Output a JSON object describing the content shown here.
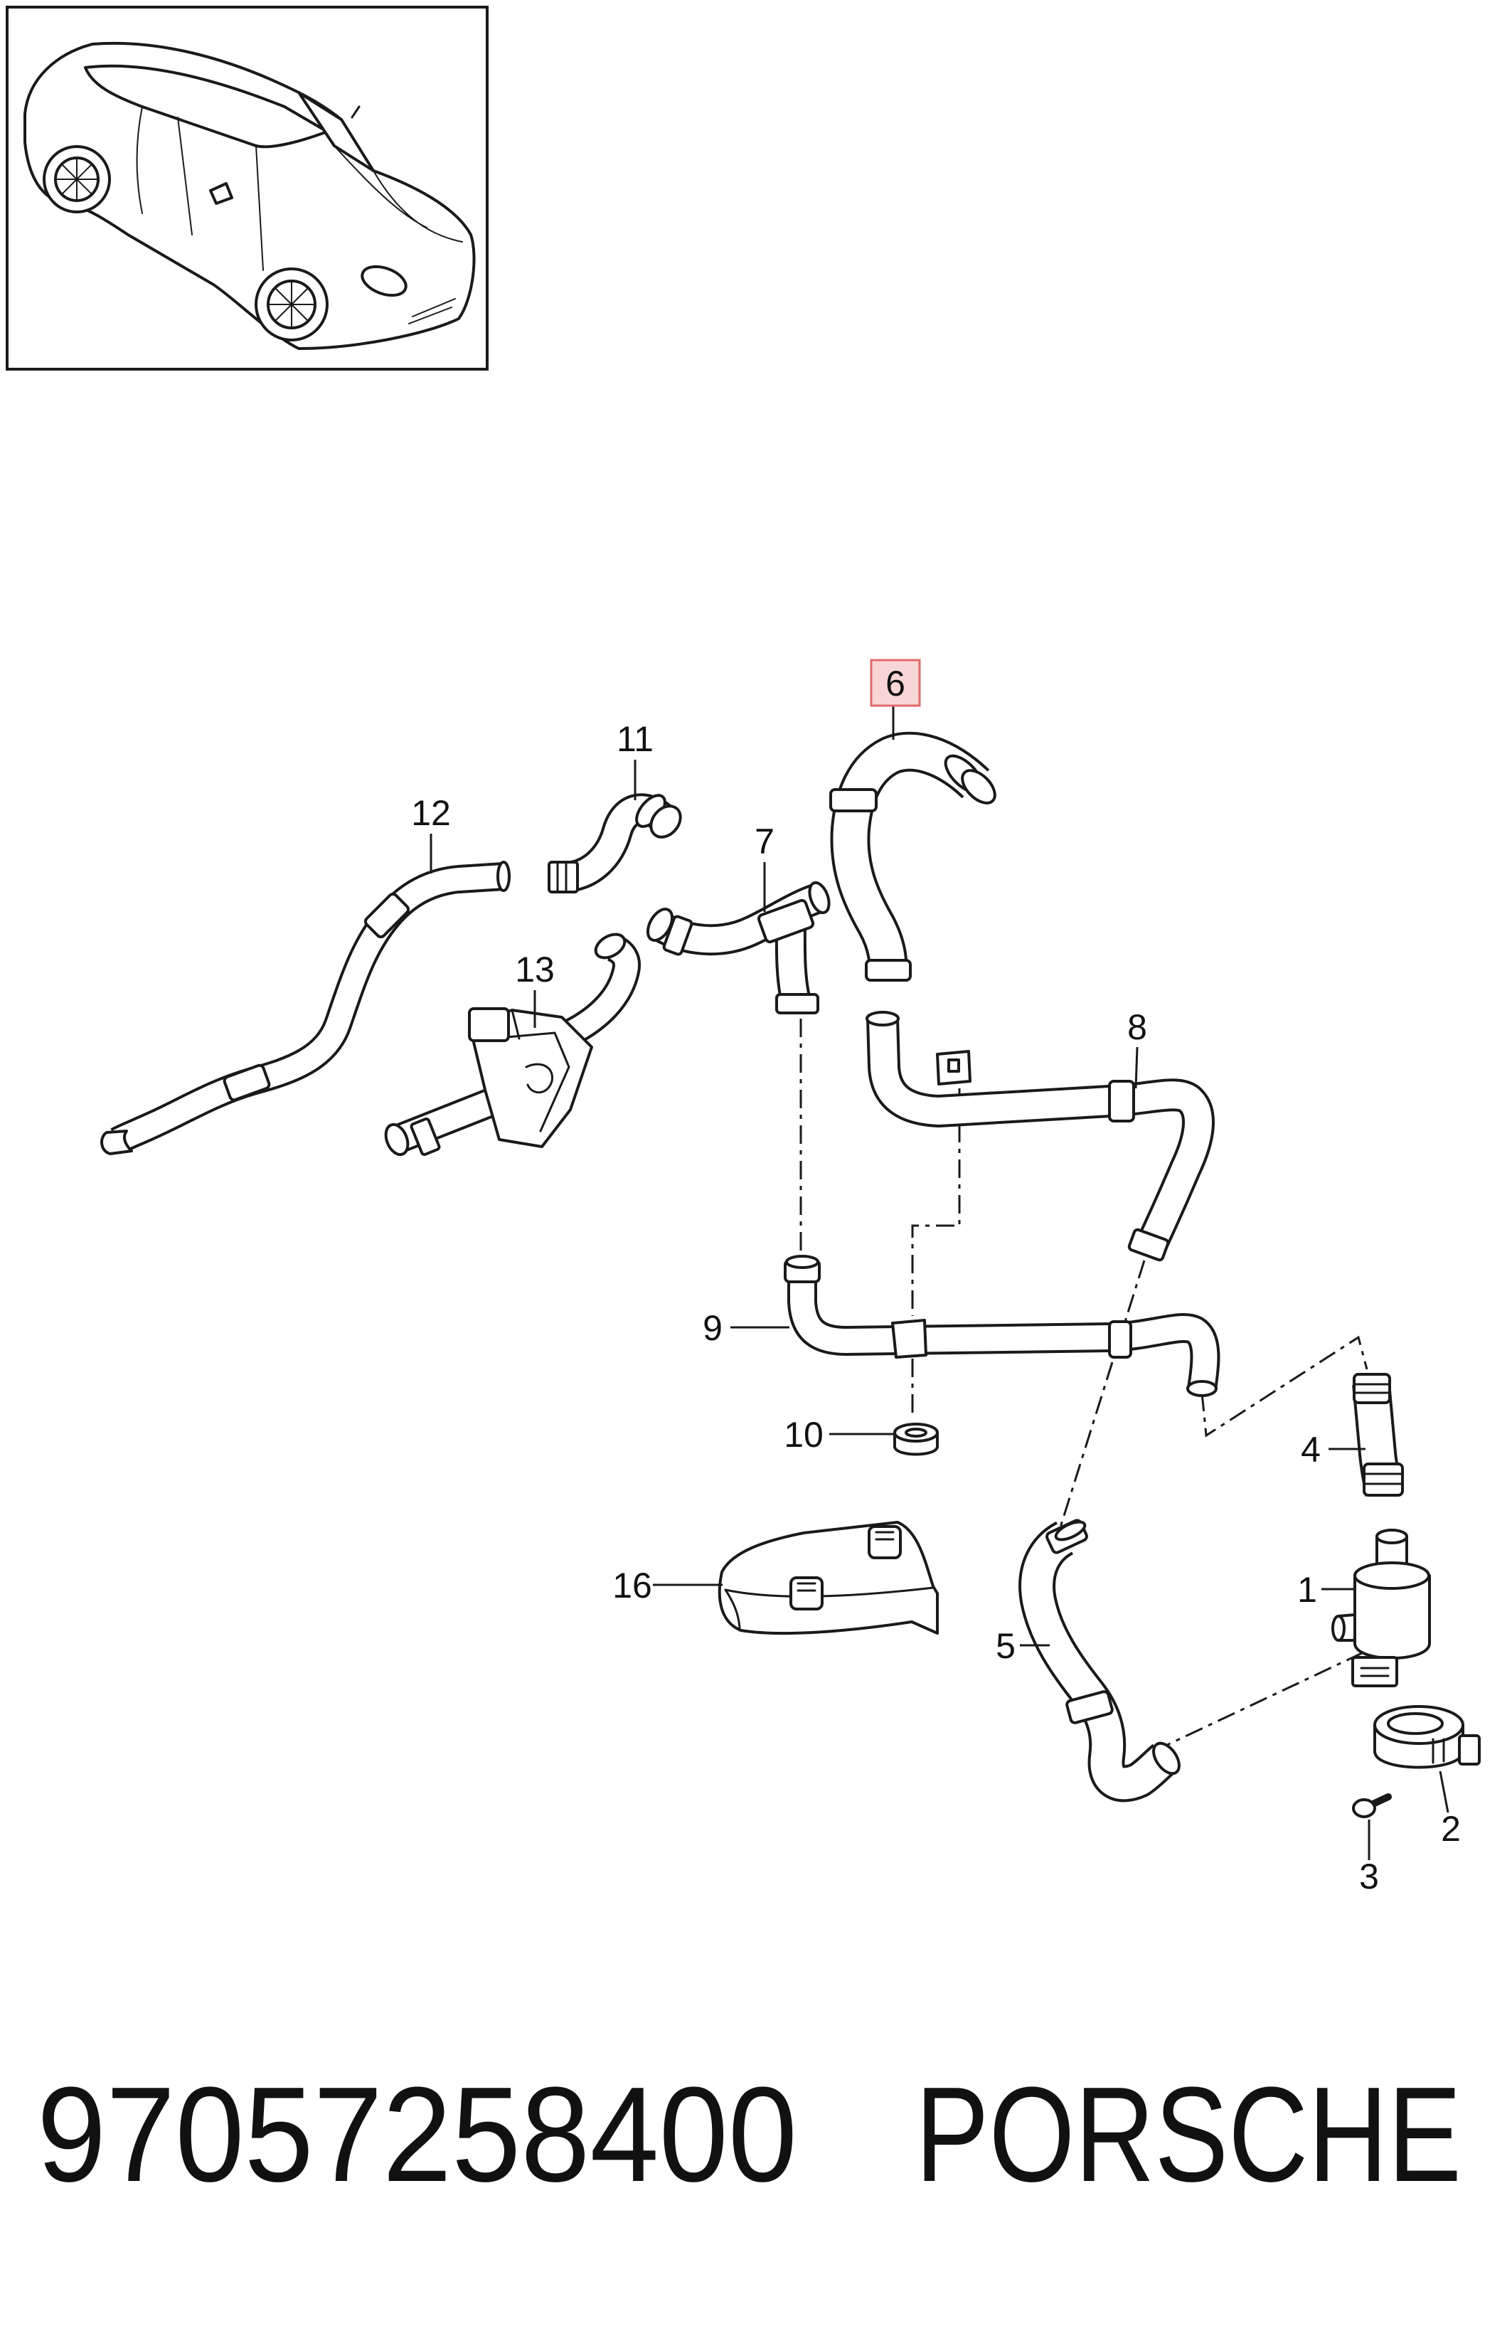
{
  "callouts": {
    "p1": "1",
    "p2": "2",
    "p3": "3",
    "p4": "4",
    "p5": "5",
    "p6": "6",
    "p7": "7",
    "p8": "8",
    "p9": "9",
    "p10": "10",
    "p11": "11",
    "p12": "12",
    "p13": "13",
    "p16": "16"
  },
  "highlight": {
    "fill": "#f9d6d6",
    "border": "#e06a6a"
  },
  "footer": {
    "part_number": "97057258400",
    "brand": "PORSCHE"
  }
}
